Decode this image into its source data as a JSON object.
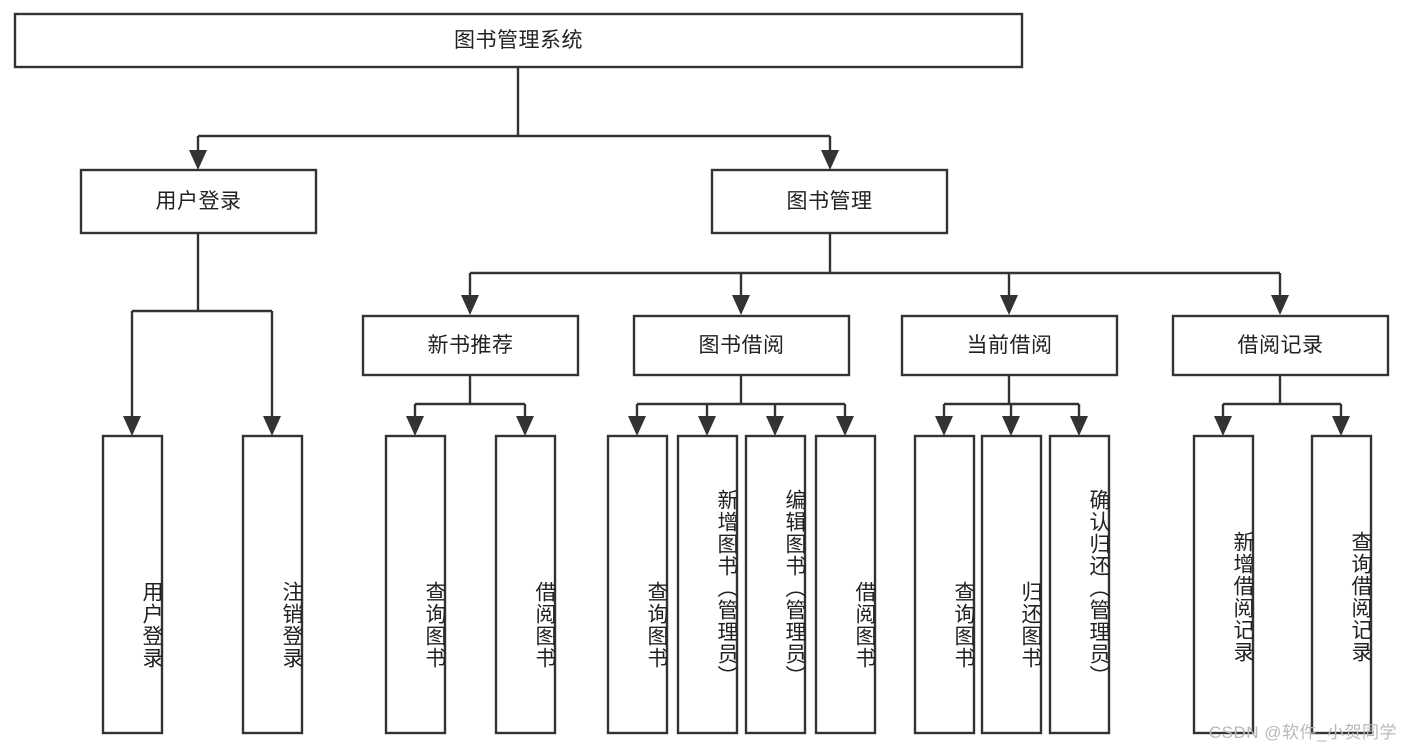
{
  "diagram": {
    "type": "tree-hierarchy",
    "title": "图书管理系统",
    "watermark": "CSDN @软件_小贺同学",
    "colors": {
      "box_fill": "#ffffff",
      "box_stroke": "#333333",
      "text": "#222222",
      "watermark": "#b9b9b9",
      "background": "#ffffff"
    },
    "nodes": {
      "root": {
        "label": "图书管理系统",
        "orientation": "horizontal",
        "level": 0
      },
      "user_login": {
        "label": "用户登录",
        "orientation": "horizontal",
        "level": 1
      },
      "book_manage": {
        "label": "图书管理",
        "orientation": "horizontal",
        "level": 1
      },
      "new_book_rec": {
        "label": "新书推荐",
        "orientation": "horizontal",
        "level": 2
      },
      "book_borrow": {
        "label": "图书借阅",
        "orientation": "horizontal",
        "level": 2
      },
      "current_borrow": {
        "label": "当前借阅",
        "orientation": "horizontal",
        "level": 2
      },
      "borrow_record": {
        "label": "借阅记录",
        "orientation": "horizontal",
        "level": 2
      },
      "leaf_user_login": {
        "label": "用户登录",
        "orientation": "vertical",
        "level": 2
      },
      "leaf_logout": {
        "label": "注销登录",
        "orientation": "vertical",
        "level": 2
      },
      "leaf_query_book_a": {
        "label": "查询图书",
        "orientation": "vertical",
        "level": 3
      },
      "leaf_borrow_book_a": {
        "label": "借阅图书",
        "orientation": "vertical",
        "level": 3
      },
      "leaf_query_book_b": {
        "label": "查询图书",
        "orientation": "vertical",
        "level": 3
      },
      "leaf_add_book": {
        "label": "新增图书（管理员）",
        "orientation": "vertical",
        "level": 3
      },
      "leaf_edit_book": {
        "label": "编辑图书（管理员）",
        "orientation": "vertical",
        "level": 3
      },
      "leaf_borrow_book_b": {
        "label": "借阅图书",
        "orientation": "vertical",
        "level": 3
      },
      "leaf_query_book_c": {
        "label": "查询图书",
        "orientation": "vertical",
        "level": 3
      },
      "leaf_return_book": {
        "label": "归还图书",
        "orientation": "vertical",
        "level": 3
      },
      "leaf_confirm_return": {
        "label": "确认归还（管理员）",
        "orientation": "vertical",
        "level": 3
      },
      "leaf_add_record": {
        "label": "新增借阅记录",
        "orientation": "vertical",
        "level": 3
      },
      "leaf_query_record": {
        "label": "查询借阅记录",
        "orientation": "vertical",
        "level": 3
      }
    },
    "edges": [
      {
        "from": "root",
        "to": "user_login"
      },
      {
        "from": "root",
        "to": "book_manage"
      },
      {
        "from": "user_login",
        "to": "leaf_user_login"
      },
      {
        "from": "user_login",
        "to": "leaf_logout"
      },
      {
        "from": "book_manage",
        "to": "new_book_rec"
      },
      {
        "from": "book_manage",
        "to": "book_borrow"
      },
      {
        "from": "book_manage",
        "to": "current_borrow"
      },
      {
        "from": "book_manage",
        "to": "borrow_record"
      },
      {
        "from": "new_book_rec",
        "to": "leaf_query_book_a"
      },
      {
        "from": "new_book_rec",
        "to": "leaf_borrow_book_a"
      },
      {
        "from": "book_borrow",
        "to": "leaf_query_book_b"
      },
      {
        "from": "book_borrow",
        "to": "leaf_add_book"
      },
      {
        "from": "book_borrow",
        "to": "leaf_edit_book"
      },
      {
        "from": "book_borrow",
        "to": "leaf_borrow_book_b"
      },
      {
        "from": "current_borrow",
        "to": "leaf_query_book_c"
      },
      {
        "from": "current_borrow",
        "to": "leaf_return_book"
      },
      {
        "from": "current_borrow",
        "to": "leaf_confirm_return"
      },
      {
        "from": "borrow_record",
        "to": "leaf_add_record"
      },
      {
        "from": "borrow_record",
        "to": "leaf_query_record"
      }
    ]
  }
}
